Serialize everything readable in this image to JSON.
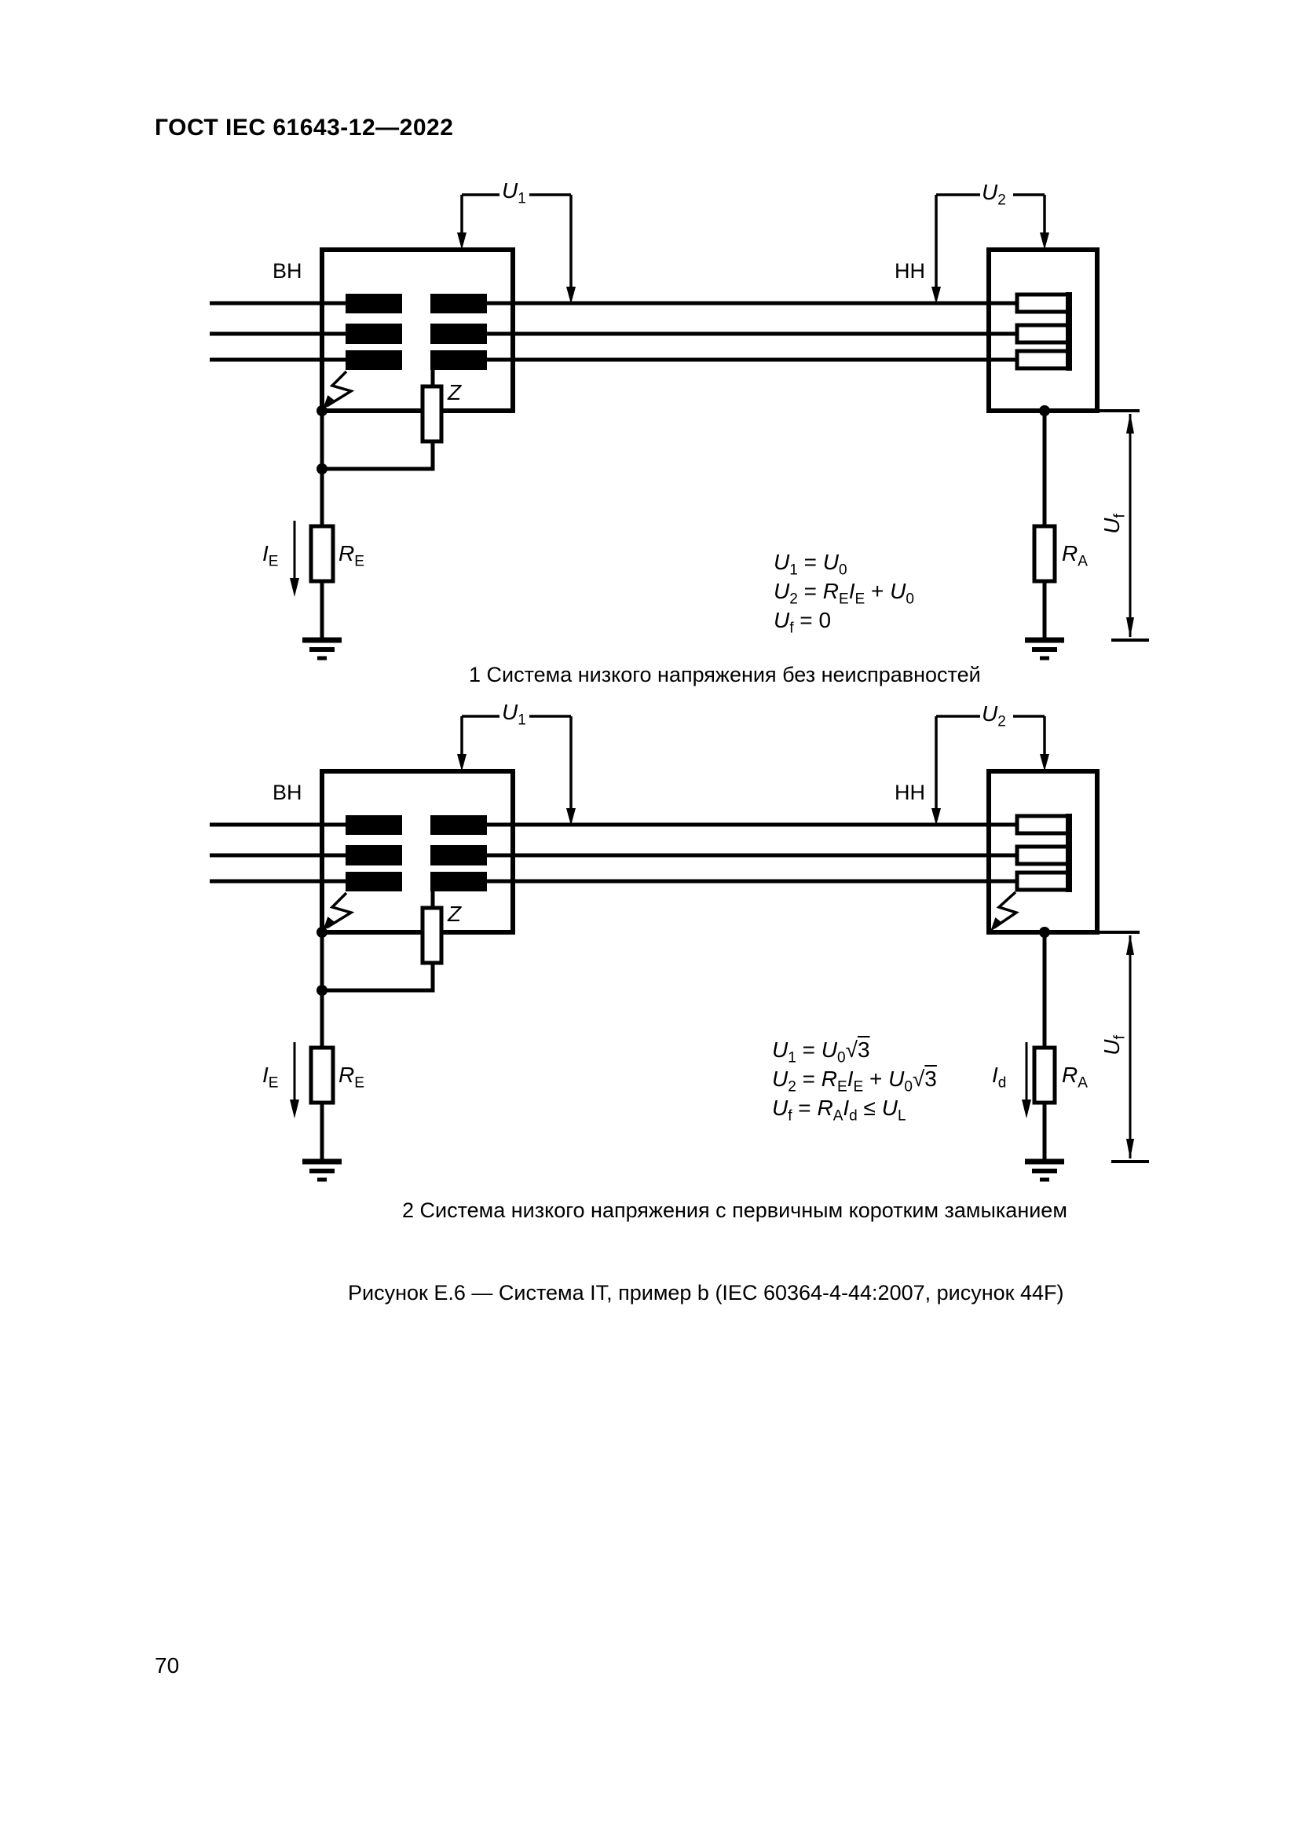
{
  "page": {
    "header": "ГОСТ IEC 61643-12—2022",
    "page_number": "70",
    "background": "#ffffff",
    "ink": "#000000"
  },
  "figure": {
    "subcaption_1": "1 Система низкого напряжения без неисправностей",
    "subcaption_2": "2 Система низкого напряжения с первичным коротким замыканием",
    "caption": "Рисунок Е.6 — Система IT, пример b (IEC 60364-4-44:2007, рисунок 44F)"
  },
  "labels": {
    "hv": [
      {
        "t": "ВН"
      }
    ],
    "lv": [
      {
        "t": "НН"
      }
    ],
    "u1": [
      {
        "v": "U"
      },
      {
        "s": "1"
      }
    ],
    "u2": [
      {
        "v": "U"
      },
      {
        "s": "2"
      }
    ],
    "z": [
      {
        "v": "Z"
      }
    ],
    "ie": [
      {
        "v": "I"
      },
      {
        "s": "E"
      }
    ],
    "re": [
      {
        "v": "R"
      },
      {
        "s": "E"
      }
    ],
    "ra": [
      {
        "v": "R"
      },
      {
        "s": "A"
      }
    ],
    "uf": [
      {
        "v": "U"
      },
      {
        "s": "f"
      }
    ],
    "id": [
      {
        "v": "I"
      },
      {
        "s": "d"
      }
    ]
  },
  "formulas": {
    "d1": [
      [
        {
          "v": "U"
        },
        {
          "s": "1"
        },
        {
          "t": " = "
        },
        {
          "v": "U"
        },
        {
          "s": "0"
        }
      ],
      [
        {
          "v": "U"
        },
        {
          "s": "2"
        },
        {
          "t": " = "
        },
        {
          "v": "R"
        },
        {
          "s": "E"
        },
        {
          "v": "I"
        },
        {
          "s": "E"
        },
        {
          "t": " + "
        },
        {
          "v": "U"
        },
        {
          "s": "0"
        }
      ],
      [
        {
          "v": "U"
        },
        {
          "s": "f"
        },
        {
          "t": " = 0"
        }
      ]
    ],
    "d2": [
      [
        {
          "v": "U"
        },
        {
          "s": "1"
        },
        {
          "t": " = "
        },
        {
          "v": "U"
        },
        {
          "s": "0"
        },
        {
          "q": "3"
        }
      ],
      [
        {
          "v": "U"
        },
        {
          "s": "2"
        },
        {
          "t": " = "
        },
        {
          "v": "R"
        },
        {
          "s": "E"
        },
        {
          "v": "I"
        },
        {
          "s": "E"
        },
        {
          "t": " + "
        },
        {
          "v": "U"
        },
        {
          "s": "0"
        },
        {
          "q": "3"
        }
      ],
      [
        {
          "v": "U"
        },
        {
          "s": "f"
        },
        {
          "t": " = "
        },
        {
          "v": "R"
        },
        {
          "s": "A"
        },
        {
          "v": "I"
        },
        {
          "s": "d"
        },
        {
          "t": " ≤ "
        },
        {
          "v": "U"
        },
        {
          "s": "L"
        }
      ]
    ]
  }
}
